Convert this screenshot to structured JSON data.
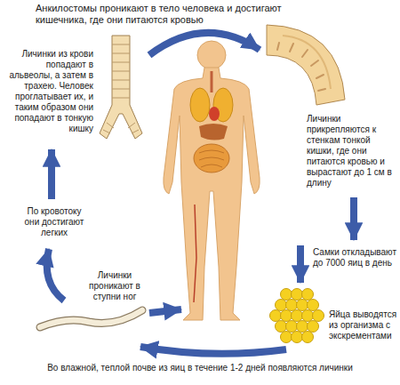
{
  "diagram": {
    "labels": [
      "Анкилостомы проникают в тело человека и достигают кишечника, где они питаются кровью",
      "Личинки из крови попадают в альвеолы, а затем в трахею. Человек проглатывает их, и таким образом они попадают в тонкую кишку",
      "Личинки прикрепляются к стенкам тонкой кишки, где они питаются кровью и вырастают до 1 см в длину",
      "По кровотоку они достигают легких",
      "Самки откладывают до 7000 яиц в день",
      "Личинки проникают в ступни ног",
      "Яйца выводятся из организма с экскрементами",
      "Во влажной, теплой почве из яиц в течение 1-2 дней появляются личинки"
    ]
  }
}
